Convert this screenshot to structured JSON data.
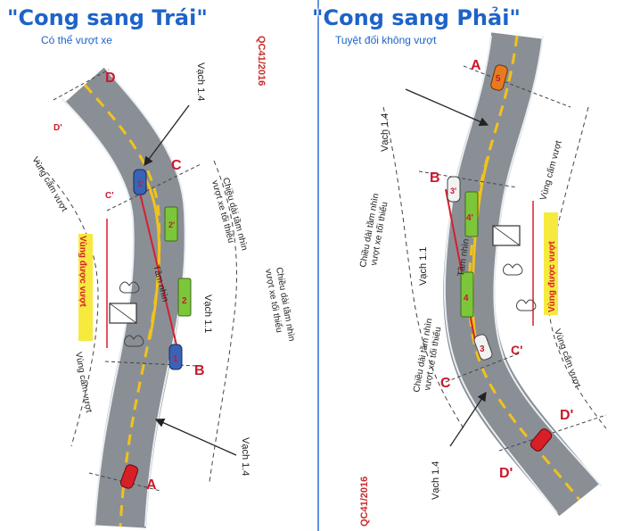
{
  "left": {
    "title": "\"Cong sang Trái\"",
    "subtitle": "Có thể vượt xe",
    "code": "QC41/2016",
    "points": {
      "D": "D",
      "Dp": "D'",
      "C": "C",
      "Cp": "C'",
      "B": "B",
      "A": "A"
    },
    "vehicles": {
      "v1p": "1'",
      "v2p": "2'",
      "v2": "2",
      "v1": "1"
    },
    "labels": {
      "vach14_top": "Vạch 1.4",
      "vach14_bottom": "Vạch 1.4",
      "vach11": "Vạch 1.1",
      "tam_nhin": "Tầm nhìn",
      "cam_top": "Vùng cấm vượt",
      "cam_bottom": "Vùng cấm vượt",
      "duoc_vuot": "Vùng được vượt",
      "chieu_dai_1": "Chiều dài tầm nhìn",
      "chieu_dai_1b": "vượt xe tối thiểu",
      "chieu_dai_2": "Chiều dài tầm nhìn",
      "chieu_dai_2b": "vượt xe tối thiểu"
    }
  },
  "right": {
    "title": "\"Cong sang Phải\"",
    "subtitle": "Tuyệt đối không vượt",
    "code": "QC41/2016",
    "points": {
      "A": "A",
      "B": "B",
      "C": "C",
      "Cp": "C'",
      "Dp": "D'",
      "D": "D'"
    },
    "vehicles": {
      "v5": "5",
      "v3p": "3'",
      "v4p": "4'",
      "v4": "4",
      "v3": "3"
    },
    "labels": {
      "vach14_top": "Vạch 1.4",
      "vach14_bottom": "Vạch 1.4",
      "vach11": "Vạch 1.1",
      "tam_nhin": "Tầm nhìn",
      "cam_top": "Vùng cấm vượt",
      "cam_bottom": "Vùng cấm vượt",
      "duoc_vuot": "Vùng được vượt",
      "chieu_dai_1": "Chiều dài tầm nhìn",
      "chieu_dai_1b": "vượt xe tối thiểu",
      "chieu_dai_2": "Chiều dài tầm nhìn",
      "chieu_dai_2b": "vượt xe tối thiểu"
    }
  },
  "colors": {
    "road": "#8a8f96",
    "centerline": "#f2c21b",
    "edge": "#e9eef2",
    "point_label": "#c9182b",
    "title": "#1e63c8",
    "divider": "#2f6fd6",
    "red_line": "#d91e2c",
    "green_truck": "#7cc63a",
    "blue_car": "#3a63b8",
    "red_car": "#d61f26",
    "orange_car": "#e87a22",
    "white_car": "#f2f2f2",
    "yellow_zone": "#f6ea3f"
  }
}
